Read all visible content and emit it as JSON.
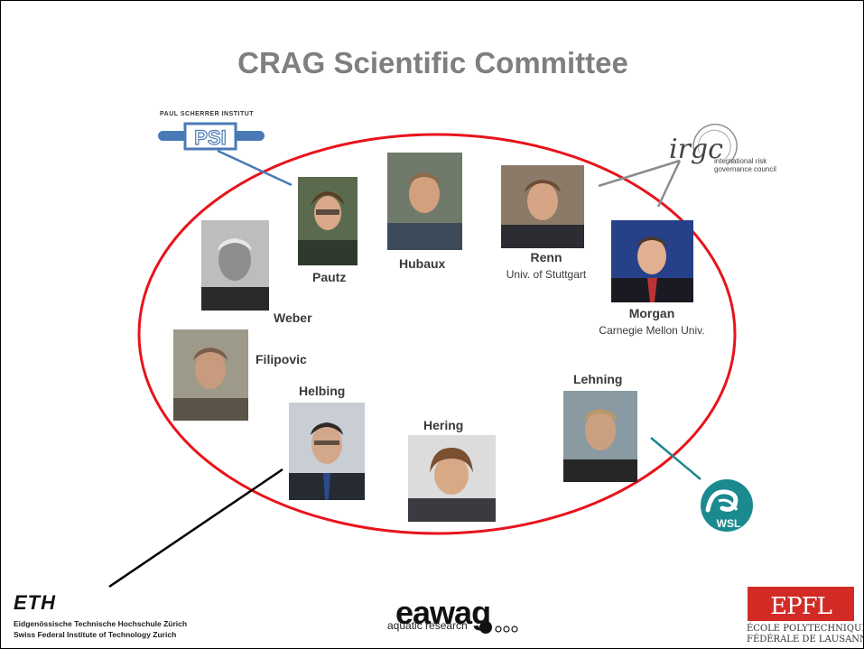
{
  "slide": {
    "title": "CRAG Scientific Committee"
  },
  "members": [
    {
      "id": "pautz",
      "name": "Pautz",
      "affiliation": ""
    },
    {
      "id": "hubaux",
      "name": "Hubaux",
      "affiliation": ""
    },
    {
      "id": "renn",
      "name": "Renn",
      "affiliation": "Univ. of Stuttgart"
    },
    {
      "id": "morgan",
      "name": "Morgan",
      "affiliation": "Carnegie Mellon Univ."
    },
    {
      "id": "weber",
      "name": "Weber",
      "affiliation": ""
    },
    {
      "id": "filipovic",
      "name": "Filipovic",
      "affiliation": ""
    },
    {
      "id": "helbing",
      "name": "Helbing",
      "affiliation": ""
    },
    {
      "id": "hering",
      "name": "Hering",
      "affiliation": ""
    },
    {
      "id": "lehning",
      "name": "Lehning",
      "affiliation": ""
    }
  ],
  "logos": {
    "psi": {
      "top_text": "PAUL SCHERRER INSTITUT",
      "mark": "PSI"
    },
    "irgc": {
      "mark": "irgc",
      "line1": "international risk",
      "line2": "governance council"
    },
    "wsl": {
      "mark": "WSL"
    },
    "eth": {
      "mark": "ETH",
      "line1": "Eidgenössische Technische Hochschule Zürich",
      "line2": "Swiss Federal Institute of Technology Zurich"
    },
    "eawag": {
      "mark": "eawag",
      "sub": "aquatic research"
    },
    "epfl": {
      "mark": "EPFL",
      "line1": "ÉCOLE POLYTECHNIQUE",
      "line2": "FÉDÉRALE DE LAUSANNE"
    }
  },
  "colors": {
    "ellipse": "#e8131b",
    "title": "#7f7f7f",
    "psi_blue": "#4a7ab5",
    "wsl_teal": "#1a8a8f",
    "epfl_red": "#d22b26",
    "connector_grey": "#8c8c8c",
    "connector_black": "#000000"
  }
}
